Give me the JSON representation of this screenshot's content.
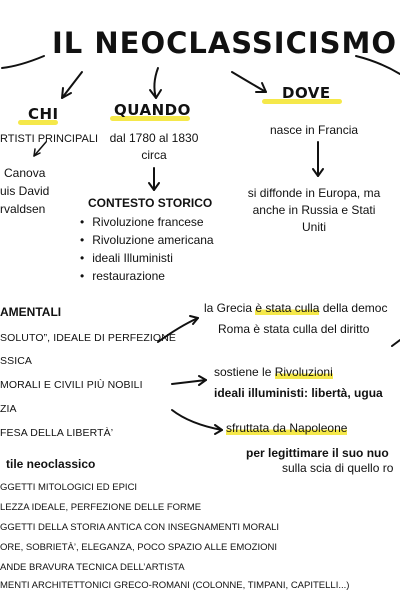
{
  "title": "IL NEOCLASSICISMO",
  "chi": {
    "heading": "CHI",
    "subheading": "RTISTI PRINCIPALI",
    "artists": [
      "Canova",
      "uis David",
      "rvaldsen"
    ]
  },
  "quando": {
    "heading": "QUANDO",
    "period_line1": "dal 1780 al 1830",
    "period_line2": "circa",
    "contesto_heading": "CONTESTO STORICO",
    "contesto_items": [
      "Rivoluzione francese",
      "Rivoluzione americana",
      "ideali Illuministi",
      "restaurazione"
    ]
  },
  "dove": {
    "heading": "DOVE",
    "origin": "nasce in Francia",
    "spread_line1": "si diffonde in Europa, ma",
    "spread_line2": "anche in Russia e Stati",
    "spread_line3": "Uniti"
  },
  "fondamentali": {
    "heading": "AMENTALI",
    "items": [
      "SOLUTO”, IDEALE DI PERFEZIONE",
      "SSICA",
      "MORALI E CIVILI PIÙ NOBILI",
      "ZIA",
      "FESA DELLA LIBERTÀ’"
    ]
  },
  "right_notes": {
    "grecia_pre": "la Grecia ",
    "grecia_hl": "è stata culla",
    "grecia_post": " della democ",
    "roma": "Roma è stata culla del diritto",
    "rivoluzioni_pre": "sostiene le ",
    "rivoluzioni_hl": "Rivoluzioni",
    "ideali": "ideali illuministi: libertà, ugua",
    "napoleone_hl": "sfruttata da Napoleone",
    "legittimare": "per legittimare il suo nuo",
    "scia": "sulla scia di quello ro"
  },
  "stile": {
    "heading": "tile neoclassico",
    "items": [
      "GGETTI MITOLOGICI ED EPICI",
      "LEZZA IDEALE, PERFEZIONE DELLE FORME",
      "GGETTI DELLA STORIA  ANTICA CON INSEGNAMENTI MORALI",
      "ORE, SOBRIETÀ’, ELEGANZA, POCO SPAZIO ALLE EMOZIONI",
      "ANDE BRAVURA TECNICA DELL’ARTISTA",
      "MENTI ARCHITETTONICI GRECO-ROMANI (COLONNE, TIMPANI, CAPITELLI...)"
    ]
  }
}
